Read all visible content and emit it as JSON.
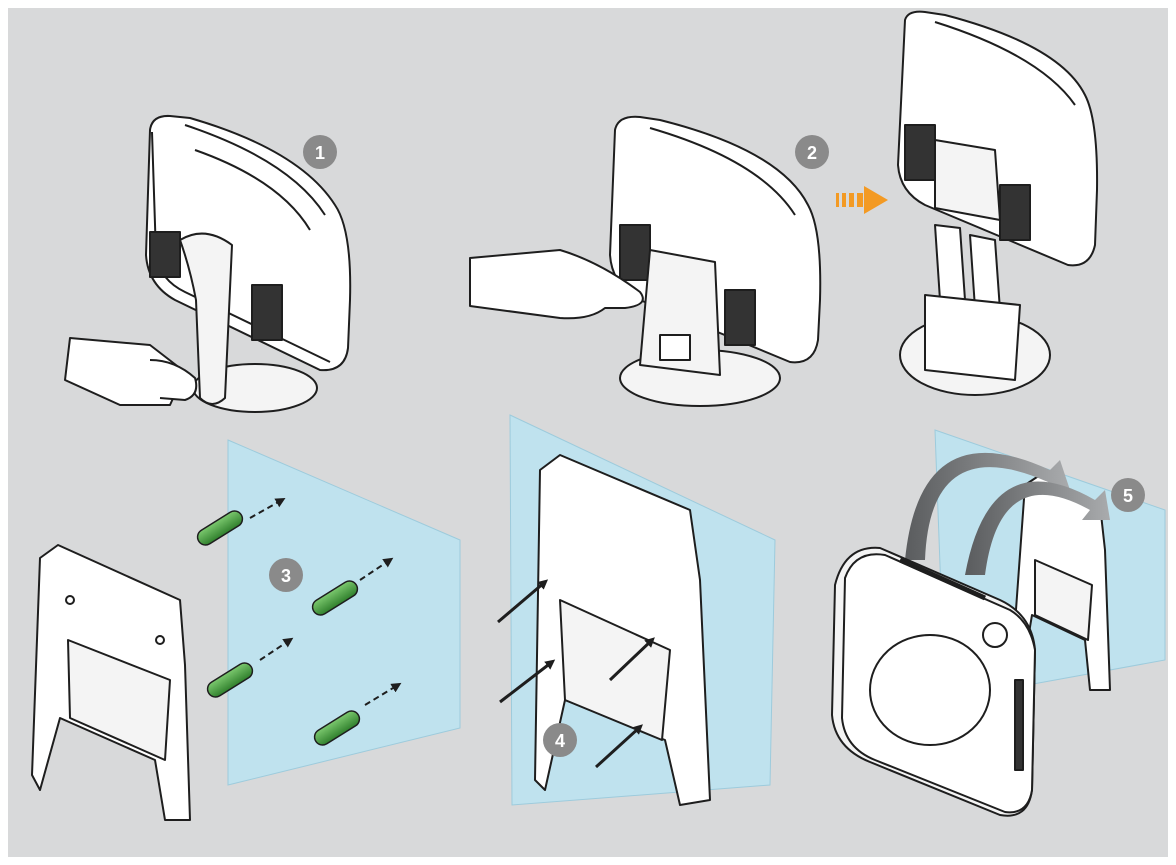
{
  "steps": [
    {
      "number": "1"
    },
    {
      "number": "2"
    },
    {
      "number": "3"
    },
    {
      "number": "4"
    },
    {
      "number": "5"
    }
  ],
  "colors": {
    "background": "#d8d9da",
    "wall": "#bfe2ee",
    "badge": "#8a8a8a",
    "arrow_orange": "#f39a23",
    "anchor_green": "#3e9c3a",
    "line": "#1e1e1e"
  }
}
